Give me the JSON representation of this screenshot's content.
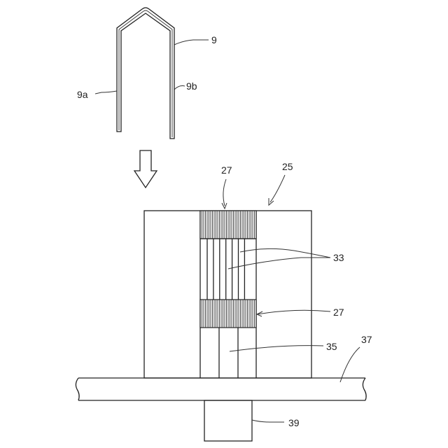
{
  "labels": {
    "staple": "9",
    "leg_a": "9a",
    "leg_b": "9b",
    "holder": "25",
    "strip_top": "27",
    "strip_mid": "27",
    "column": "33",
    "lower_block": "35",
    "base_plate": "37",
    "post": "39"
  }
}
